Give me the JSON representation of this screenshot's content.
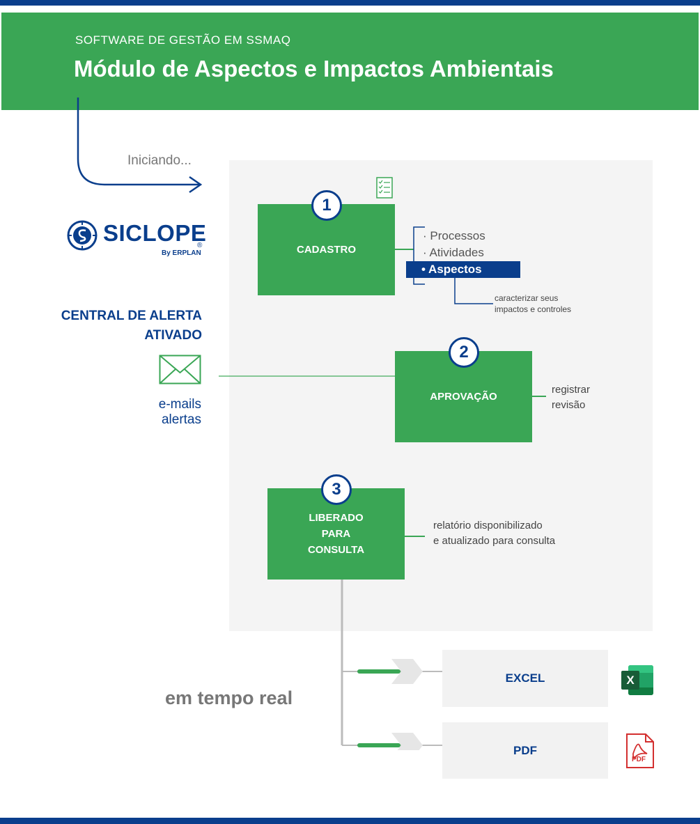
{
  "header": {
    "subtitle": "SOFTWARE DE GESTÃO EM SSMAQ",
    "title": "Módulo de Aspectos e Impactos Ambientais"
  },
  "start_label": "Iniciando...",
  "logo": {
    "name": "SICLOPE",
    "by": "By ERPLAN",
    "reg": "®"
  },
  "alert": {
    "line1": "CENTRAL DE ALERTA",
    "line2": "ATIVADO",
    "mail_line1": "e-mails",
    "mail_line2": "alertas"
  },
  "steps": [
    {
      "number": "1",
      "label": "CADASTRO"
    },
    {
      "number": "2",
      "label": "APROVAÇÃO"
    },
    {
      "number": "3",
      "label_lines": [
        "LIBERADO",
        "PARA",
        "CONSULTA"
      ]
    }
  ],
  "cadastro_items": [
    "· Processos",
    "· Atividades",
    "• Aspectos"
  ],
  "aspectos_note": {
    "line1": "caracterizar seus",
    "line2": "impactos e controles"
  },
  "aprovacao_note": {
    "line1": "registrar",
    "line2": "revisão"
  },
  "consulta_note": {
    "line1": "relatório disponibilizado",
    "line2": "e atualizado para consulta"
  },
  "realtime_label": "em tempo real",
  "outputs": [
    {
      "label": "EXCEL",
      "icon": "excel-icon",
      "icon_text": "X"
    },
    {
      "label": "PDF",
      "icon": "pdf-icon",
      "icon_text": "PDF"
    }
  ],
  "colors": {
    "green": "#3aa655",
    "navy": "#0a3e8c",
    "panel": "#f4f4f4"
  }
}
